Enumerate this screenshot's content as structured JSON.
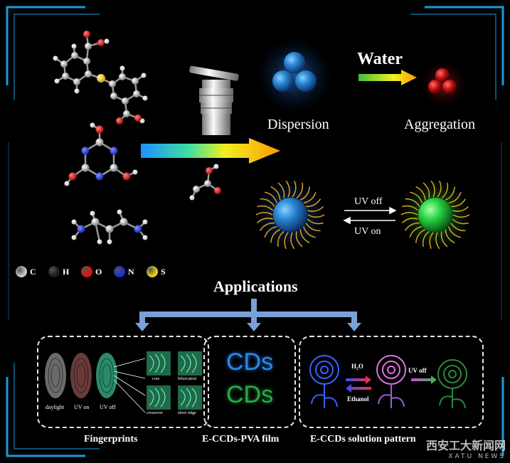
{
  "top": {
    "water_label": "Water",
    "dispersion_label": "Dispersion",
    "aggregation_label": "Aggregation"
  },
  "switch": {
    "uv_off_label": "UV off",
    "uv_on_label": "UV on"
  },
  "legend": [
    {
      "symbol": "C",
      "color": "#c8c8c8"
    },
    {
      "symbol": "H",
      "color": "#1a1a1a"
    },
    {
      "symbol": "O",
      "color": "#e01010"
    },
    {
      "symbol": "N",
      "color": "#1a2ad8"
    },
    {
      "symbol": "S",
      "color": "#e8d010"
    }
  ],
  "applications_title": "Applications",
  "fingerprints": {
    "caption": "Fingerprints",
    "sample_labels": [
      "daylight",
      "UV on",
      "UV off"
    ],
    "detail_labels": [
      "core",
      "bifurcation",
      "crossover",
      "short ridge"
    ]
  },
  "film": {
    "caption": "E-CCDs-PVA film",
    "text_blue": "CDs",
    "text_green": "CDs"
  },
  "pattern": {
    "caption": "E-CCDs solution pattern",
    "water_label": "H₂O",
    "ethanol_label": "Ethanol",
    "uv_off_label": "UV off"
  },
  "watermark": {
    "line1": "西安工大新闻网",
    "line2": "XATU NEWS"
  },
  "colors": {
    "frame": "#1a9ad8",
    "arrow_blue": "#7aa0d8",
    "dot_blue": "#1e88e0",
    "dot_green": "#22d040",
    "dot_red": "#d01818",
    "ligand": "#e0a020"
  }
}
